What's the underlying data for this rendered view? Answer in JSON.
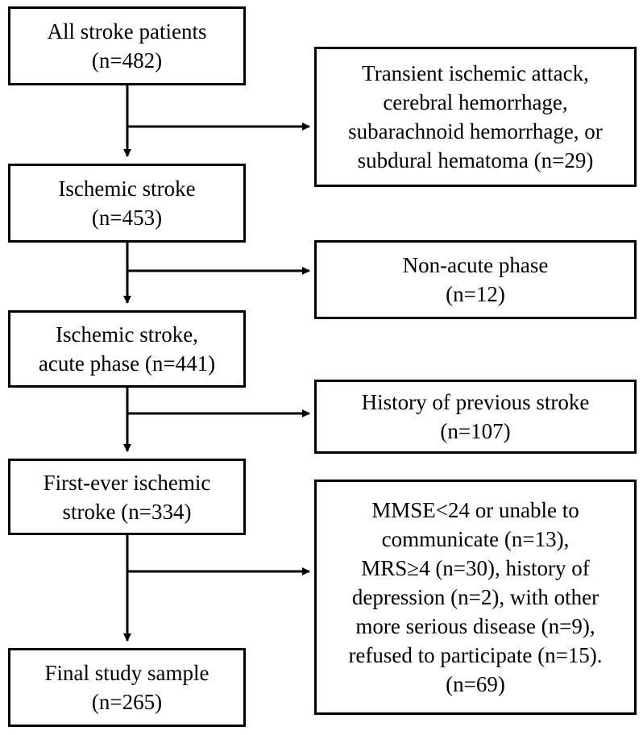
{
  "flowchart": {
    "main_steps": [
      {
        "lines": [
          "All stroke patients",
          "(n=482)"
        ]
      },
      {
        "lines": [
          "Ischemic stroke",
          "(n=453)"
        ]
      },
      {
        "lines": [
          "Ischemic stroke,",
          "acute phase (n=441)"
        ]
      },
      {
        "lines": [
          "First-ever ischemic",
          "stroke (n=334)"
        ]
      },
      {
        "lines": [
          "Final study sample",
          "(n=265)"
        ]
      }
    ],
    "exclusions": [
      {
        "lines": [
          "Transient ischemic attack,",
          "cerebral hemorrhage,",
          "subarachnoid hemorrhage, or",
          "subdural hematoma (n=29)"
        ]
      },
      {
        "lines": [
          "Non-acute phase",
          "(n=12)"
        ]
      },
      {
        "lines": [
          "History of previous stroke",
          "(n=107)"
        ]
      },
      {
        "lines": [
          "MMSE<24 or unable to",
          "communicate (n=13),",
          "MRS≥4 (n=30), history of",
          "depression (n=2), with other",
          "more serious disease (n=9),",
          "refused to participate (n=15).",
          "(n=69)"
        ]
      }
    ]
  }
}
